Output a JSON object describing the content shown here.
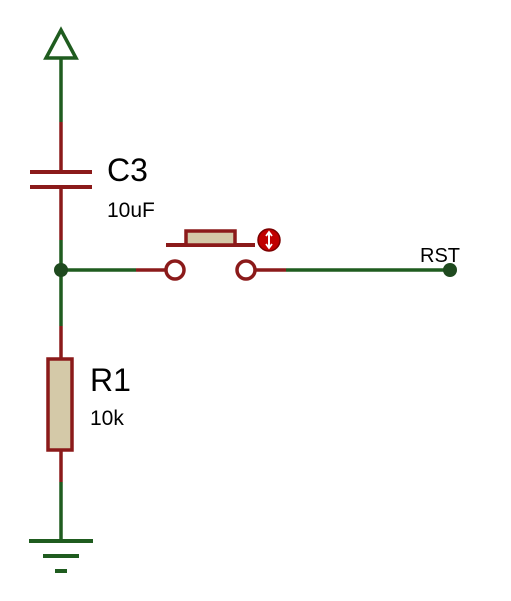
{
  "schematic": {
    "capacitor": {
      "ref": "C3",
      "value": "10uF"
    },
    "resistor": {
      "ref": "R1",
      "value": "10k"
    },
    "net_label": "RST",
    "colors": {
      "wire": "#1f5c1f",
      "component": "#8b1a1a",
      "body_fill": "#d4c9a8",
      "junction": "#1f4a1f",
      "button_indicator": "#c00000"
    }
  }
}
